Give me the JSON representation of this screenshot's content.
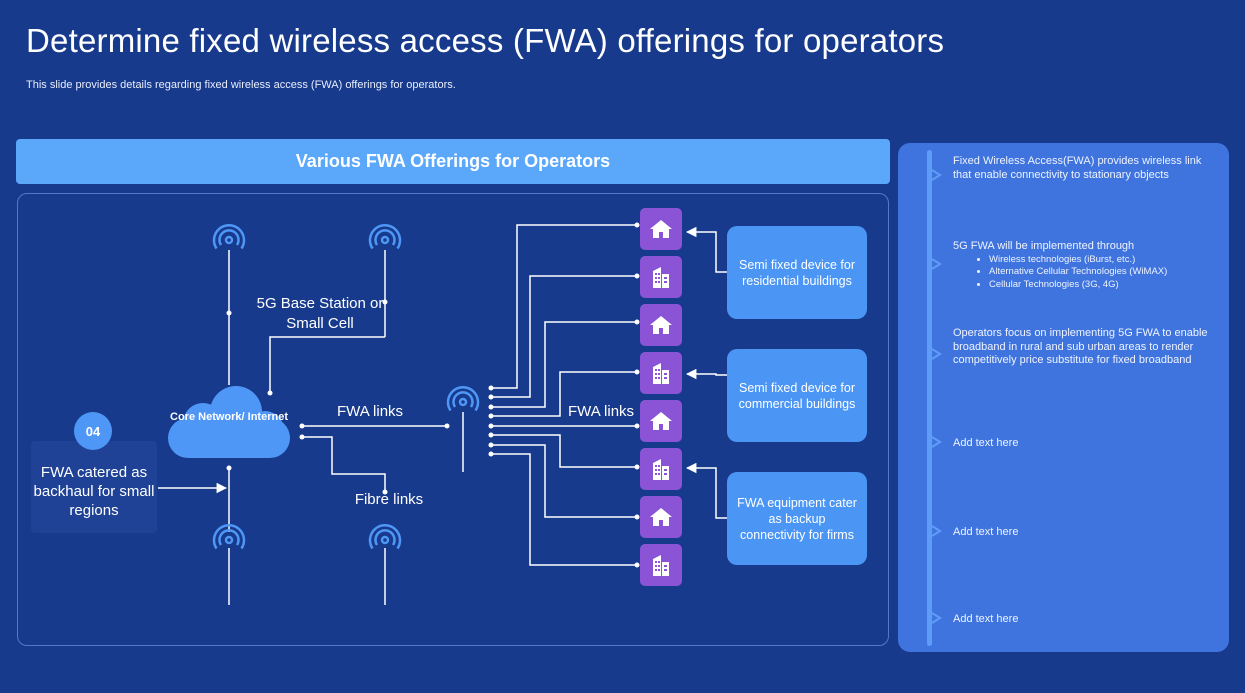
{
  "header": {
    "title": "Determine fixed wireless access (FWA) offerings for operators",
    "subtitle": "This slide provides details regarding fixed wireless access (FWA) offerings for operators."
  },
  "diagram": {
    "banner": "Various FWA Offerings for Operators",
    "cloud_label": "Core Network/  Internet",
    "base_station_label": "5G Base Station or Small Cell",
    "fwa_links_left": "FWA links",
    "fwa_links_right": "FWA links",
    "fibre_links": "Fibre links",
    "badge": "04",
    "backhaul_text": "FWA catered as backhaul for small regions",
    "devices": [
      "house-icon",
      "building-icon",
      "house-icon",
      "building-icon",
      "house-icon",
      "building-icon",
      "house-icon",
      "building-icon"
    ],
    "bubbles": [
      "Semi fixed device for residential buildings",
      "Semi fixed device for commercial buildings",
      "FWA equipment cater as backup connectivity for firms"
    ]
  },
  "panel": {
    "note1": "Fixed Wireless Access(FWA) provides wireless link that enable connectivity to stationary objects",
    "note2_intro": "5G FWA will be implemented through",
    "note2_items": [
      "Wireless technologies (iBurst, etc.)",
      "Alternative Cellular Technologies (WiMAX)",
      "Cellular Technologies (3G, 4G)"
    ],
    "note3": "Operators focus on implementing 5G FWA to enable broadband in rural and sub urban areas to render competitively price substitute for fixed broadband",
    "placeholder1": "Add text here",
    "placeholder2": "Add text here",
    "placeholder3": "Add text here"
  },
  "colors": {
    "background": "#173a8c",
    "banner": "#5ba8fb",
    "device_tile": "#8b54d6",
    "bubble": "#4b95f5",
    "panel": "#3f74df",
    "antenna": "#4f97f6"
  }
}
